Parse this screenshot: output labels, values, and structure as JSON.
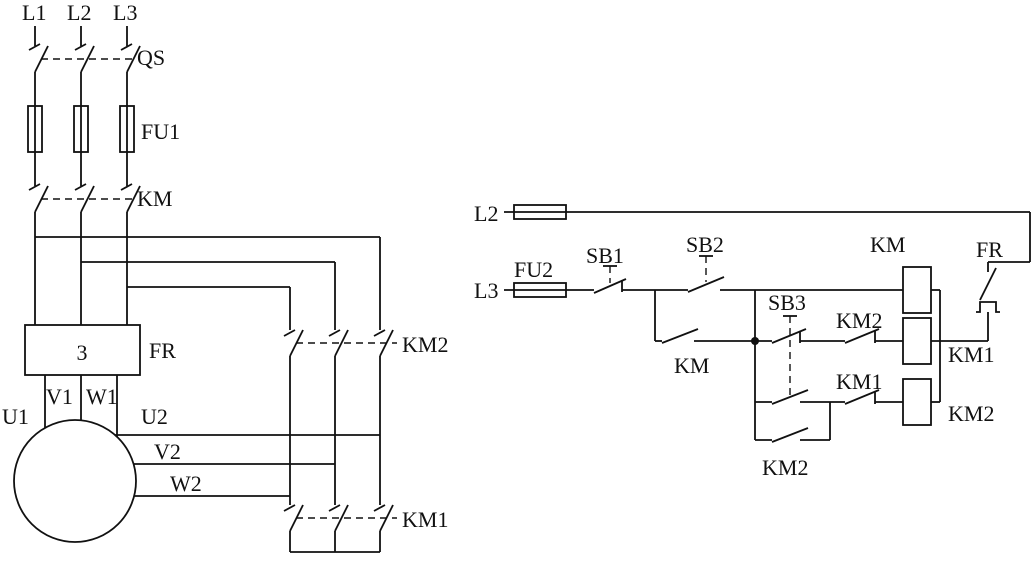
{
  "diagram": {
    "kind": "electrical-schematic",
    "subject": "Three-phase motor star-delta starter: power circuit (left) and control circuit (right)",
    "power": {
      "l1": "L1",
      "l2": "L2",
      "l3": "L3",
      "qs": "QS",
      "fu1": "FU1",
      "km": "KM",
      "fr_elements": "3",
      "fr": "FR",
      "u1": "U1",
      "v1": "V1",
      "w1": "W1",
      "u2": "U2",
      "v2": "V2",
      "w2": "W2",
      "km2": "KM2",
      "km1": "KM1"
    },
    "control": {
      "l2": "L2",
      "l3": "L3",
      "fu2": "FU2",
      "sb1": "SB1",
      "sb2": "SB2",
      "sb3": "SB3",
      "km_aux": "KM",
      "km_coil": "KM",
      "km2_nc": "KM2",
      "km1_nc": "KM1",
      "km1_coil": "KM1",
      "km2_coil": "KM2",
      "km2_aux": "KM2",
      "fr_nc": "FR"
    }
  }
}
